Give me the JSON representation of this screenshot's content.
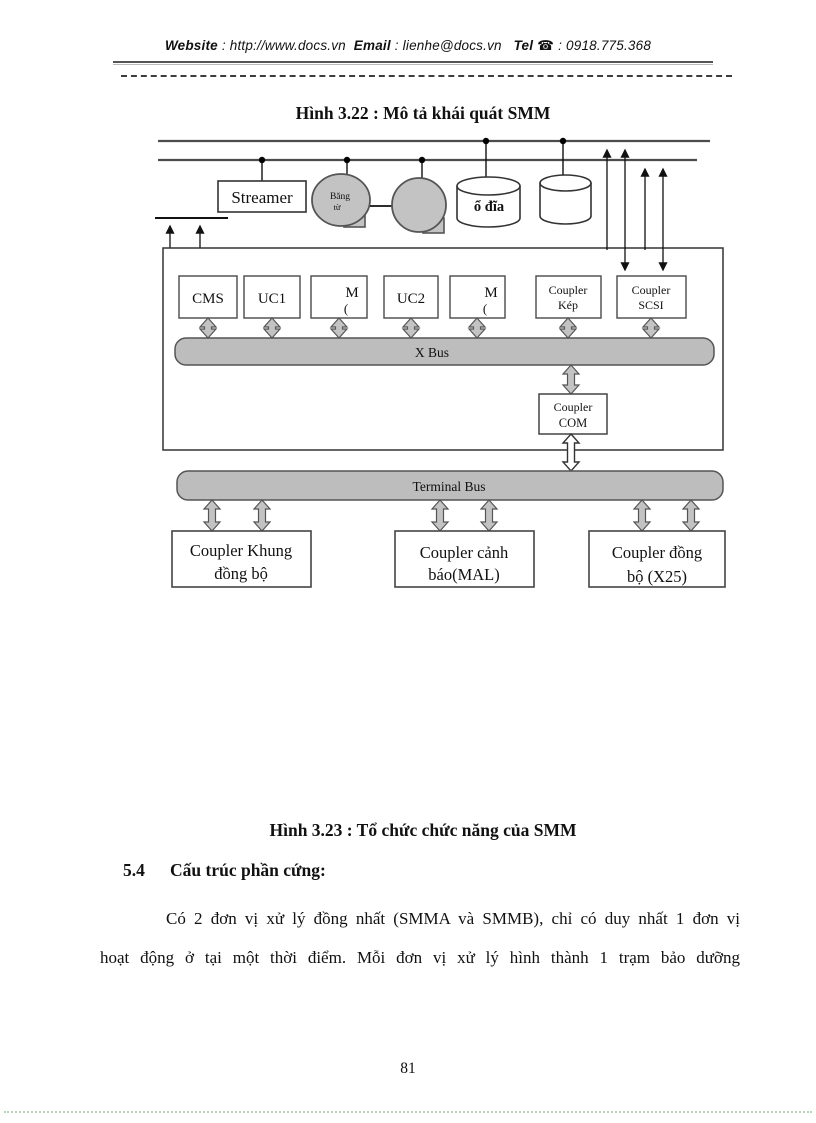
{
  "header": {
    "website_label": "Website",
    "website_value": ": http://www.docs.vn",
    "email_label": "Email",
    "email_value": ": lienhe@docs.vn",
    "tel_label": "Tel",
    "tel_icon": "☎",
    "tel_value": ": 0918.775.368"
  },
  "figure_322": {
    "caption": "Hình 3.22 : Mô tả khái quát SMM"
  },
  "diagram": {
    "streamer_label": "Streamer",
    "tape_label_line1": "Băng",
    "tape_label_line2": "từ",
    "disk_label": "ổ đĩa",
    "row_boxes": {
      "cms": "CMS",
      "uc1": "UC1",
      "m1_line1": "M",
      "m1_line2": "(",
      "uc2": "UC2",
      "m2_line1": "M",
      "m2_line2": "(",
      "kep_line1": "Coupler",
      "kep_line2": "Kép",
      "scsi_line1": "Coupler",
      "scsi_line2": "SCSI"
    },
    "x_bus_label": "X Bus",
    "com_line1": "Coupler",
    "com_line2": "COM",
    "terminal_bus_label": "Terminal Bus",
    "bottom_boxes": {
      "khung_line1": "Coupler Khung",
      "khung_line2": "đồng bộ",
      "mal_line1": "Coupler cảnh",
      "mal_line2": "báo(MAL)",
      "x25_line1": "Coupler đồng",
      "x25_line2": "bộ (X25)"
    },
    "colors": {
      "shape_fill": "#c3c3c3",
      "bus_fill": "#bdbdbd",
      "line": "#333333"
    }
  },
  "figure_323": {
    "caption": "Hình 3.23 : Tổ chức chức năng của SMM"
  },
  "section_54": {
    "number": "5.4",
    "title": "Cấu trúc phần cứng:"
  },
  "body_text": {
    "line1": "Có 2 đơn vị xử lý đồng nhất (SMMA và SMMB), chỉ có duy nhất 1 đơn vị",
    "line2": "hoạt động ở tại một thời điểm. Mỗi đơn vị xử lý hình thành 1 trạm bảo dưỡng"
  },
  "footer": {
    "page_number": "81"
  }
}
